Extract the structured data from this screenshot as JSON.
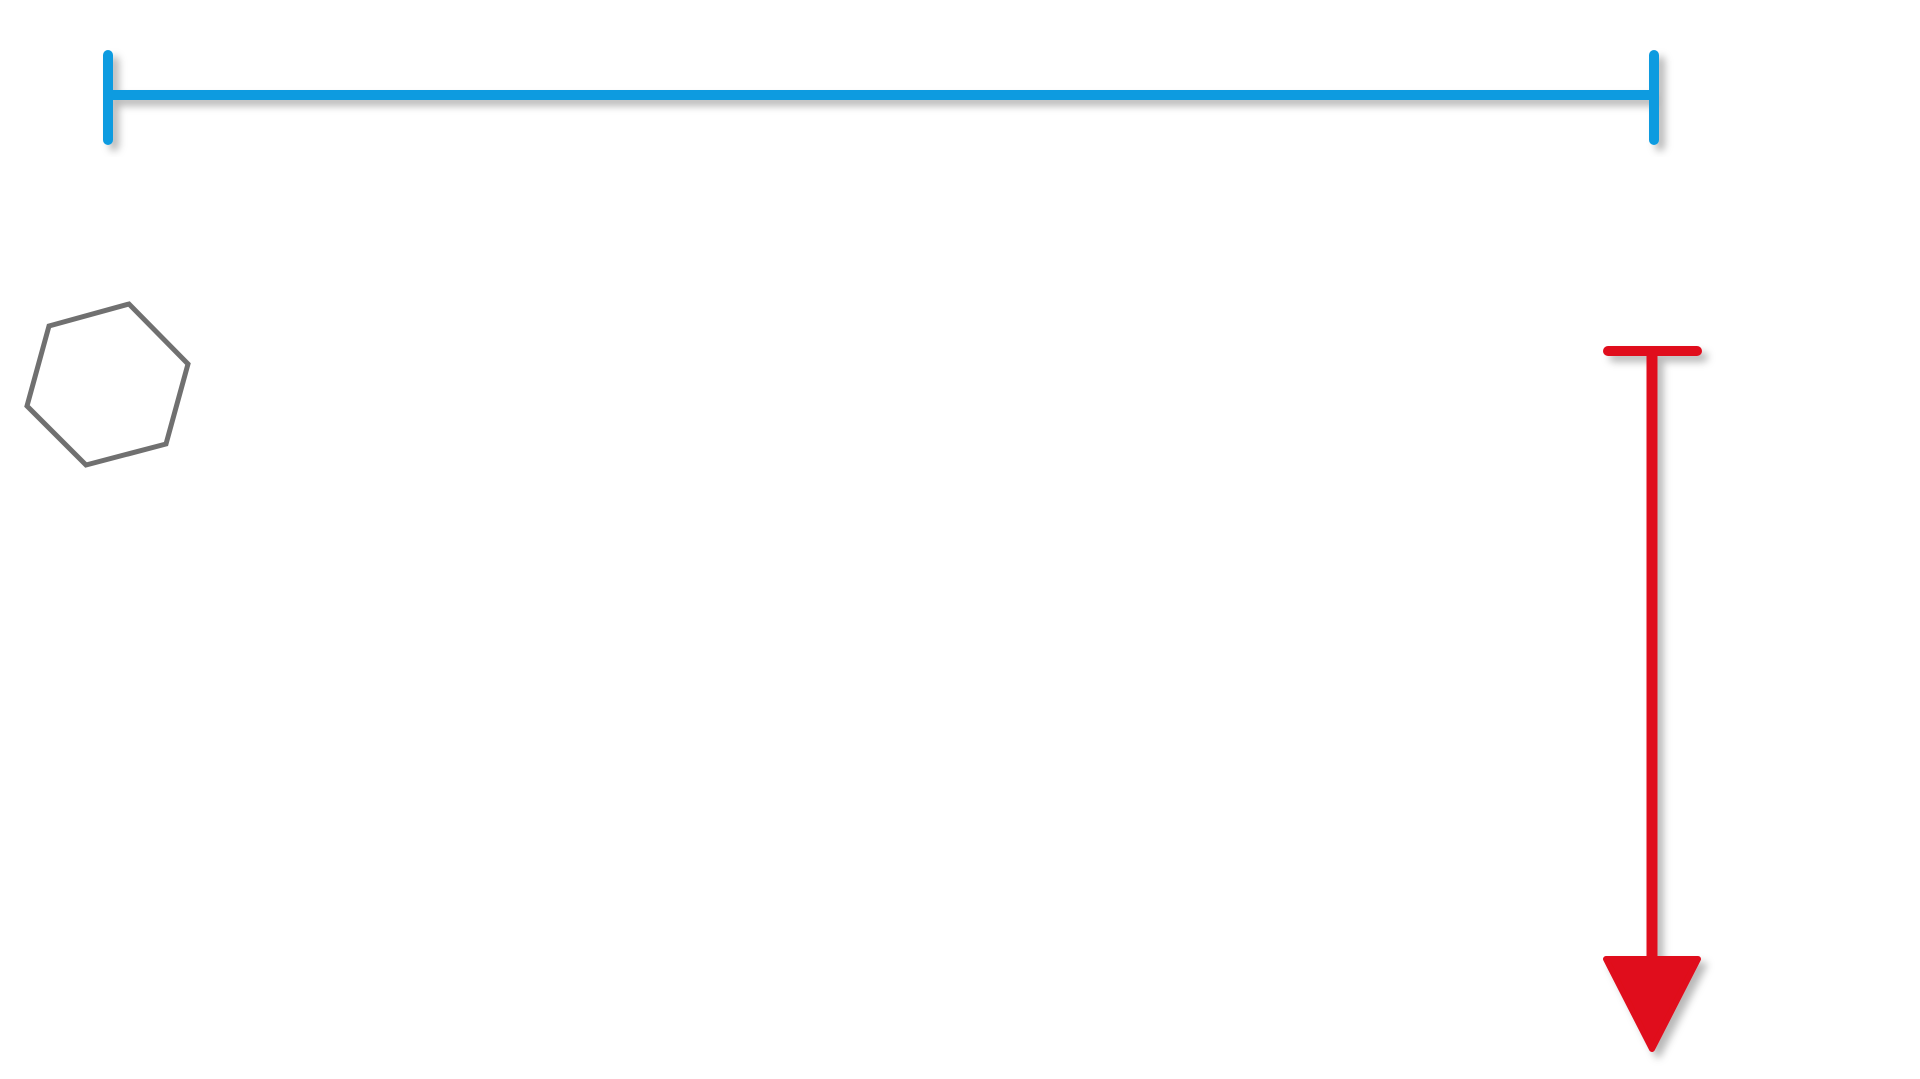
{
  "diagram": {
    "background_color": "#ffffff",
    "elements": [
      {
        "id": "horizontal-dimension-line",
        "kind": "line with perpendicular end caps",
        "orientation": "horizontal",
        "color": "#0a9be0"
      },
      {
        "id": "hexagon",
        "kind": "hexagon outline",
        "color": "#707070"
      },
      {
        "id": "vertical-arrow",
        "kind": "line with top cap and downward arrowhead",
        "orientation": "vertical",
        "direction": "down",
        "color": "#e0081a"
      }
    ]
  }
}
